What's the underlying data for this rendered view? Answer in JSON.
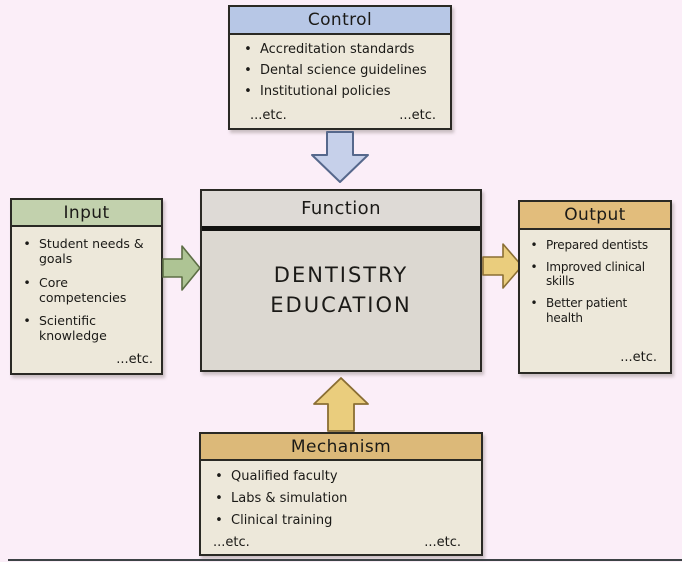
{
  "diagram": {
    "bullet": "•",
    "boxes": {
      "control": {
        "title": "Control",
        "items": [
          "Accreditation standards",
          "Dental science guidelines",
          "Institutional policies"
        ],
        "etc_left": "...etc.",
        "etc_right": "...etc."
      },
      "input": {
        "title": "Input",
        "items": [
          "Student needs & goals",
          "Core competencies",
          "Scientific knowledge"
        ],
        "etc_right": "...etc."
      },
      "function": {
        "title": "Function",
        "line1": "DENTISTRY",
        "line2": "EDUCATION"
      },
      "output": {
        "title": "Output",
        "items": [
          "Prepared dentists",
          "Improved clinical skills",
          "Better patient health"
        ],
        "etc_right": "...etc."
      },
      "mechanism": {
        "title": "Mechanism",
        "items": [
          "Qualified faculty",
          "Labs & simulation",
          "Clinical training"
        ],
        "etc_left": "...etc.",
        "etc_right": "...etc."
      }
    },
    "arrows": {
      "control": "down-arrow from Control into Function",
      "input": "right-arrow from Input into Function",
      "output": "right-arrow from Function into Output",
      "mechanism": "up-arrow from Mechanism into Function"
    }
  },
  "colors": {
    "page-bg": "#fbeef8",
    "box-body": "#ede8da",
    "box-border": "#2a2924",
    "text": "#1b1a17",
    "control-header": "#b7c7e6",
    "input-header": "#c2d1ad",
    "output-header": "#e2bd7c",
    "mechanism-header": "#dcb979",
    "function-header": "#dedad6",
    "function-body": "#dcd8d1",
    "arrow-down-fill": "#c6d0ea",
    "arrow-down-border": "#56688c",
    "arrow-input-fill": "#aec494",
    "arrow-input-border": "#5d6e45",
    "arrow-yellow-fill": "#eacd7d",
    "arrow-yellow-border": "#8a6e33",
    "bottom-line": "#3c4245"
  }
}
